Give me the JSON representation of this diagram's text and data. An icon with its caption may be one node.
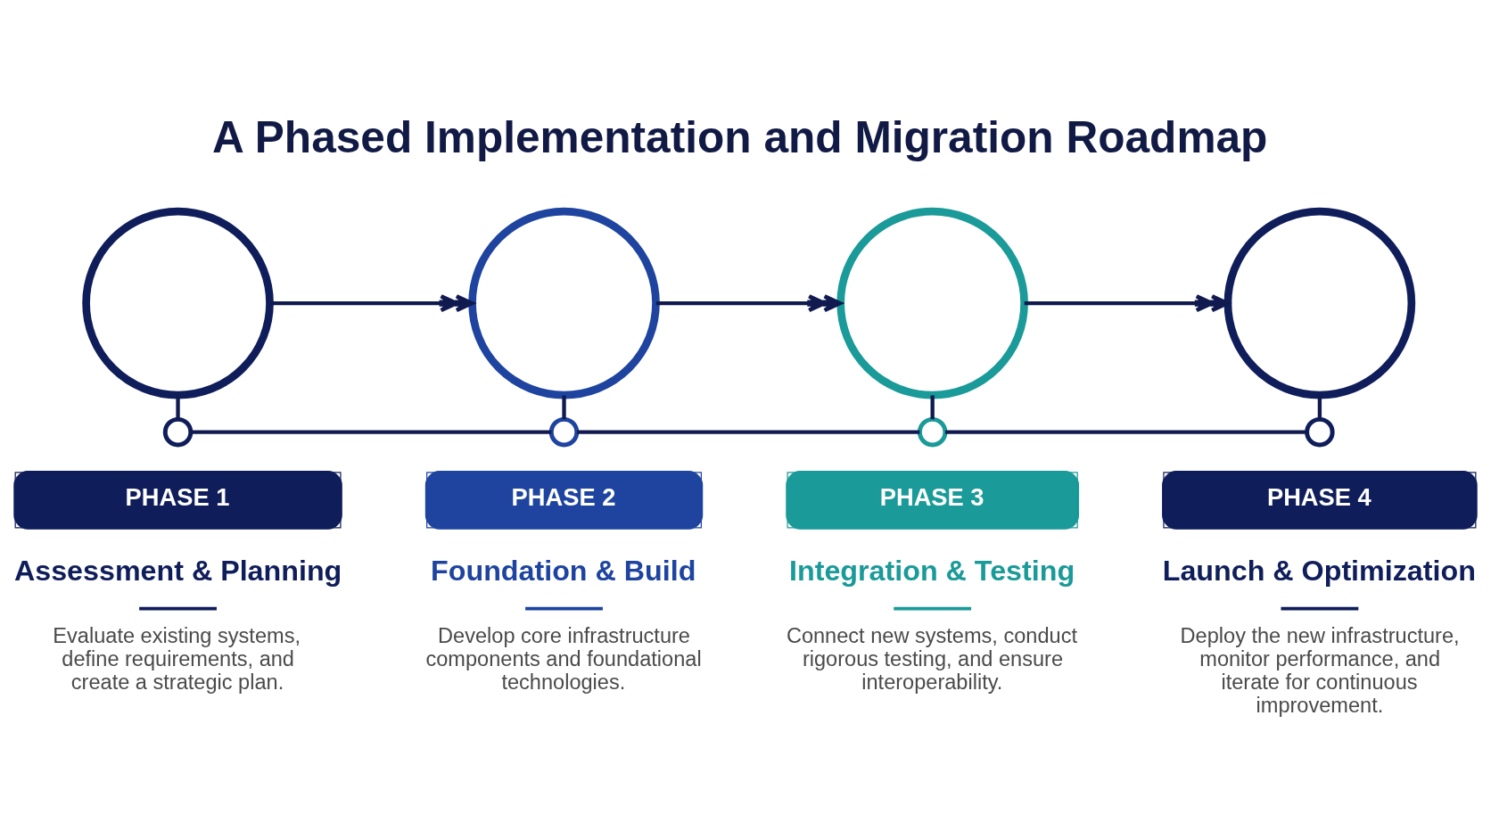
{
  "diagram": {
    "title": "A Phased Implementation and Migration Roadmap",
    "nodes": [
      {
        "text": [],
        "shape": "circle"
      },
      {
        "text": [],
        "shape": "circle"
      },
      {
        "text": [],
        "shape": "circle"
      },
      {
        "text": [],
        "shape": "circle"
      },
      {
        "text": [],
        "shape": "circle"
      },
      {
        "text": [],
        "shape": "circle"
      },
      {
        "text": [],
        "shape": "circle"
      },
      {
        "text": [],
        "shape": "circle"
      },
      {
        "text": [
          "PHASE 1",
          "Assessment & Planning"
        ],
        "beside": [
          "Evaluate existing systems, define requirements, and create a strategic plan."
        ]
      },
      {
        "text": [
          "PHASE 2",
          "Foundation & Build"
        ],
        "beside": [
          "Develop core infrastructure components and foundational technologies."
        ]
      },
      {
        "text": [
          "PHASE 3",
          "Integration & Testing"
        ],
        "beside": [
          "Connect new systems, conduct rigorous testing, and ensure interoperability."
        ]
      },
      {
        "text": [
          "PHASE 4",
          "Launch & Optimization"
        ],
        "beside": [
          "Deploy the new infrastructure, monitor performance, and iterate for continuous improvement."
        ]
      }
    ],
    "edges": [
      {
        "from": 0,
        "to": 1,
        "arrow": "to"
      },
      {
        "from": 1,
        "to": 2,
        "arrow": "to"
      },
      {
        "from": 2,
        "to": 3,
        "arrow": "to"
      },
      {
        "from": 0,
        "to": 4,
        "arrow": "none"
      },
      {
        "from": 1,
        "to": 5,
        "arrow": "none"
      },
      {
        "from": 2,
        "to": 6,
        "arrow": "none"
      },
      {
        "from": 3,
        "to": 7,
        "arrow": "none"
      },
      {
        "from": 4,
        "to": 5,
        "arrow": "none"
      },
      {
        "from": 5,
        "to": 6,
        "arrow": "none"
      },
      {
        "from": 6,
        "to": 7,
        "arrow": "none"
      }
    ]
  }
}
